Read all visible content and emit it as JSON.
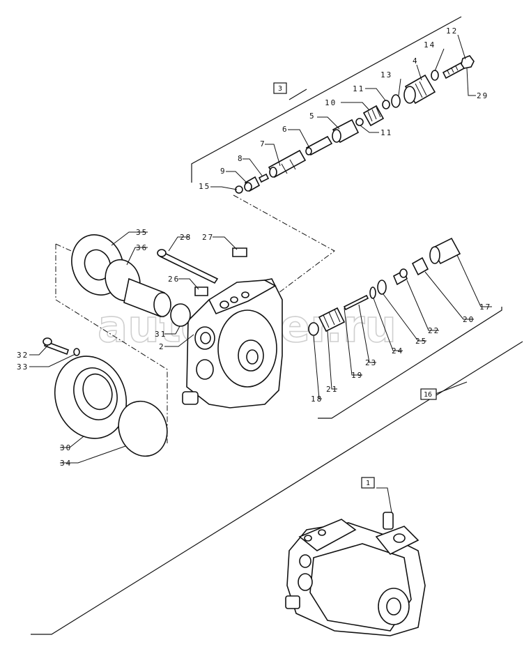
{
  "watermark": "autopiter.ru",
  "boxed_labels": {
    "b3": "3",
    "b16": "16",
    "b1": "1"
  },
  "labels": {
    "l12": "12",
    "l14": "14",
    "l4": "4",
    "l13": "13",
    "l29": "29",
    "l11a": "11",
    "l10": "10",
    "l11b": "11",
    "l5": "5",
    "l6": "6",
    "l7": "7",
    "l8": "8",
    "l9": "9",
    "l15": "15",
    "l35": "35",
    "l36": "36",
    "l28": "28",
    "l27": "27",
    "l26": "26",
    "l31": "31",
    "l2": "2",
    "l32": "32",
    "l33": "33",
    "l30": "30",
    "l34": "34",
    "l17": "17",
    "l20": "20",
    "l22": "22",
    "l25": "25",
    "l24": "24",
    "l23": "23",
    "l19": "19",
    "l21": "21",
    "l18": "18"
  }
}
